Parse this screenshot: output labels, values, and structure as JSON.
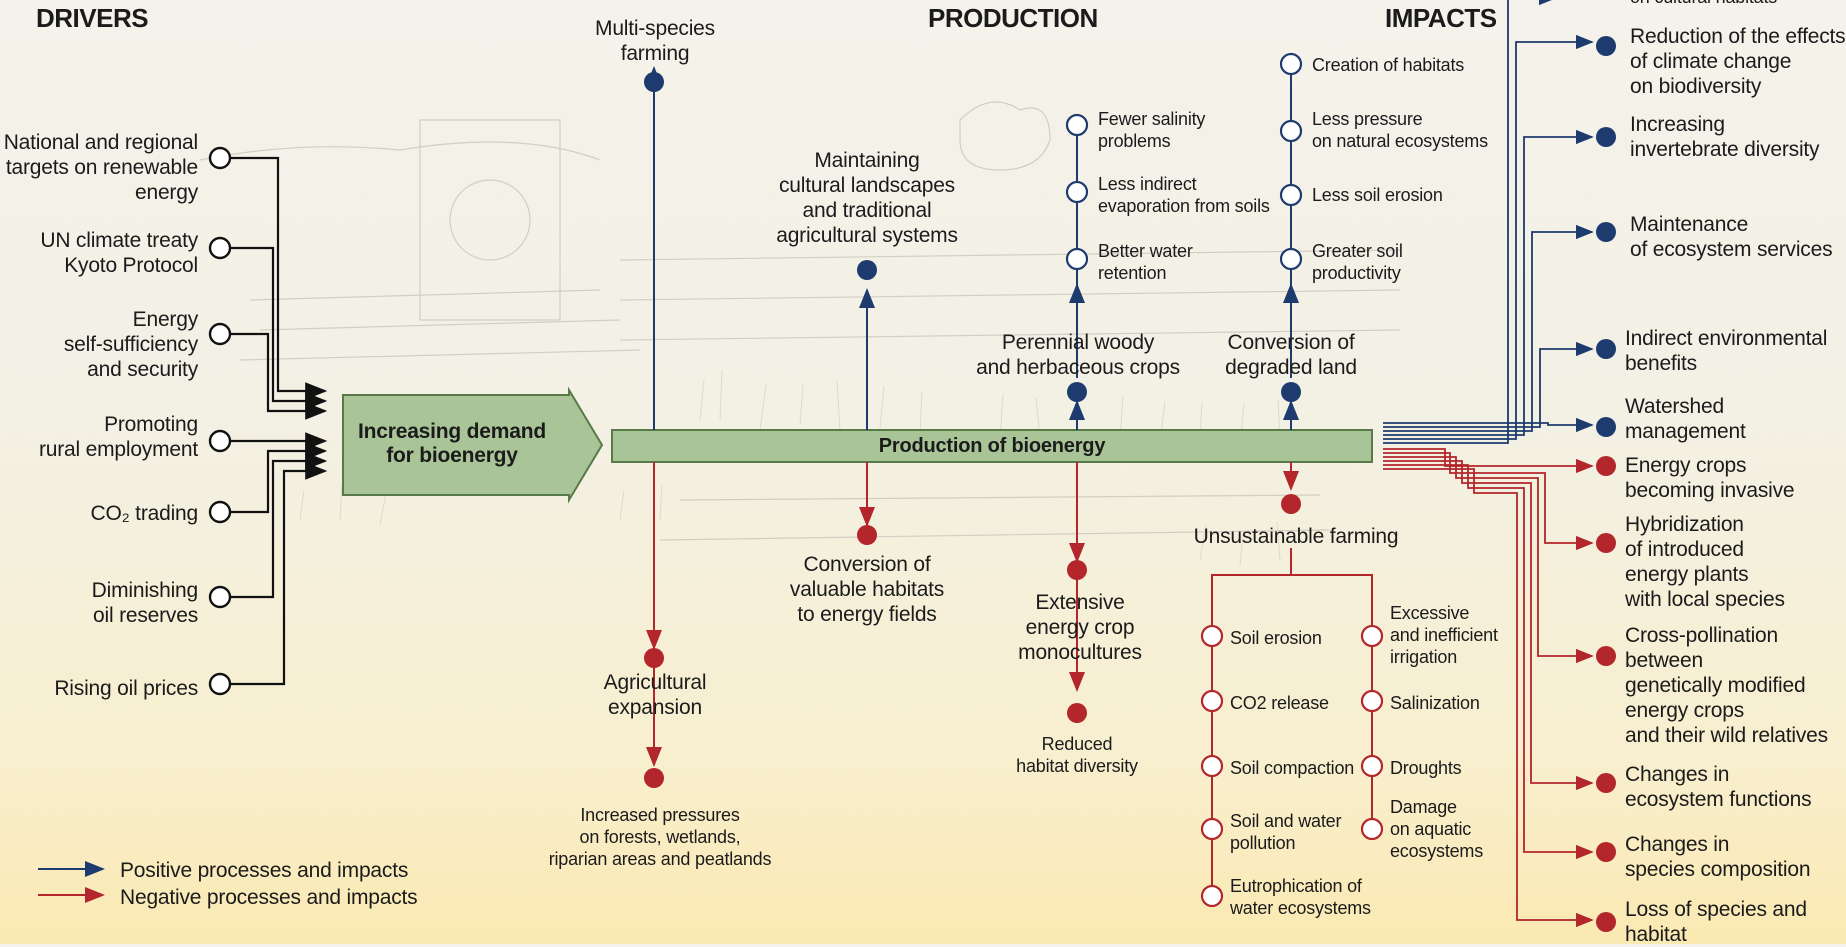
{
  "headers": {
    "drivers": "DRIVERS",
    "production": "PRODUCTION",
    "impacts": "IMPACTS"
  },
  "top_clipped": "on cultural habitats",
  "drivers": [
    "National and regional\ntargets on renewable\nenergy",
    "UN climate treaty\nKyoto Protocol",
    "Energy\nself-sufficiency\nand security",
    "Promoting\nrural employment",
    "CO₂ trading",
    "Diminishing\noil reserves",
    "Rising oil prices"
  ],
  "demand": "Increasing demand\nfor bioenergy",
  "production_bar": "Production of bioenergy",
  "positive": {
    "multi_species": "Multi-species\nfarming",
    "maintaining": "Maintaining\ncultural landscapes\nand traditional\nagricultural systems",
    "perennial": "Perennial woody\nand herbaceous crops",
    "perennial_chain": [
      "Fewer salinity\nproblems",
      "Less indirect\nevaporation from soils",
      "Better water\nretention"
    ],
    "conversion_degraded": "Conversion of\ndegraded land",
    "degraded_chain": [
      "Creation of habitats",
      "Less pressure\non natural ecosystems",
      "Less soil erosion",
      "Greater soil\nproductivity"
    ]
  },
  "negative": {
    "conversion_valuable": "Conversion of\nvaluable habitats\nto energy fields",
    "agricultural": "Agricultural\nexpansion",
    "increased_pressures": "Increased pressures\non forests, wetlands,\nriparian areas and peatlands",
    "extensive": "Extensive\nenergy crop\nmonocultures",
    "reduced": "Reduced\nhabitat diversity",
    "unsustainable": "Unsustainable farming",
    "left_chain": [
      "Soil erosion",
      "CO2 release",
      "Soil compaction",
      "Soil and water\npollution",
      "Eutrophication of\nwater ecosystems"
    ],
    "right_chain": [
      "Excessive\nand inefficient\nirrigation",
      "Salinization",
      "Droughts",
      "Damage\non aquatic\necosystems"
    ]
  },
  "impacts_positive": [
    "Reduction of the effects\nof climate change\non biodiversity",
    "Increasing\ninvertebrate diversity",
    "Maintenance\nof ecosystem services",
    "Indirect environmental\nbenefits",
    "Watershed\nmanagement"
  ],
  "impacts_negative": [
    "Energy crops\nbecoming invasive",
    "Hybridization\nof introduced\nenergy plants\nwith local species",
    "Cross-pollination\nbetween\ngenetically modified\nenergy crops\nand their wild relatives",
    "Changes in\necosystem functions",
    "Changes in\nspecies composition",
    "Loss of species and\nhabitat"
  ],
  "legend": {
    "positive": "Positive processes and impacts",
    "negative": "Negative processes and impacts"
  },
  "colors": {
    "positive": "#1d3b6e",
    "negative": "#b3262b",
    "bar_fill": "#a9c497",
    "bar_stroke": "#587a48"
  }
}
